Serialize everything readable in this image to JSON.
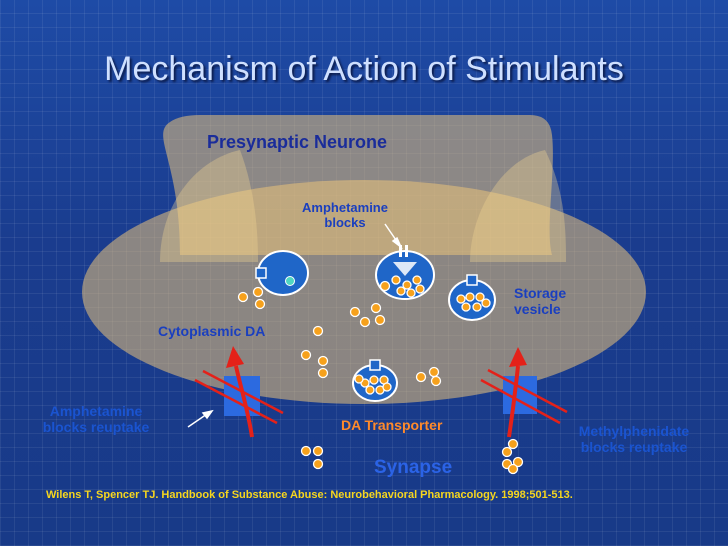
{
  "title": "Mechanism of Action of Stimulants",
  "labels": {
    "presynaptic": "Presynaptic Neurone",
    "amphetamine_blocks": "Amphetamine blocks",
    "storage_vesicle": "Storage vesicle",
    "cytoplasmic_da": "Cytoplasmic DA",
    "da_transporter": "DA Transporter",
    "synapse": "Synapse",
    "amphetamine_blocks_reuptake": "Amphetamine blocks reuptake",
    "methylphenidate_blocks_reuptake": "Methylphenidate blocks reuptake"
  },
  "citation": "Wilens T, Spencer TJ.  Handbook of Substance Abuse: Neurobehavioral Pharmacology. 1998;501-513.",
  "colors": {
    "background": "#1b3f93",
    "neurone": "#e9c37a",
    "vesicle": "#1f66c8",
    "dopamine": "#f6a11c",
    "transporter": "#2c6ae0",
    "arrow": "#e42119"
  }
}
